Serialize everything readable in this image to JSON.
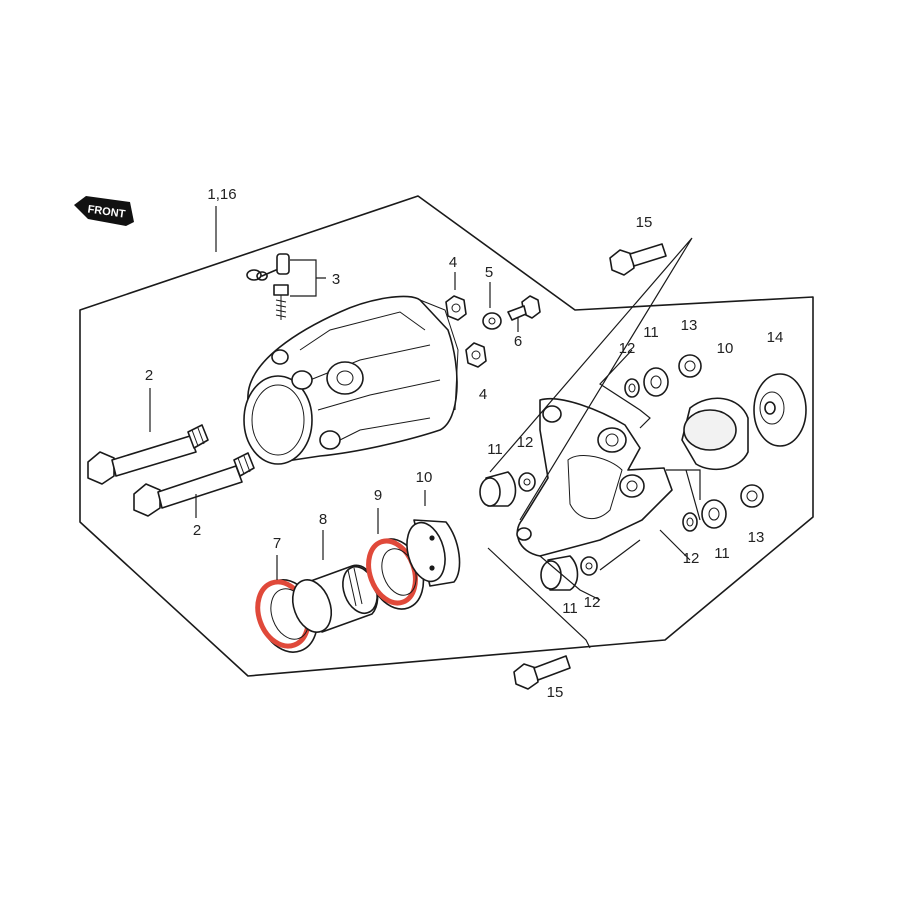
{
  "front_label": "FRONT",
  "assembly_label": "1,16",
  "callouts": {
    "n2a": "2",
    "n2b": "2",
    "n3": "3",
    "n4a": "4",
    "n4b": "4",
    "n5": "5",
    "n6": "6",
    "n7": "7",
    "n8": "8",
    "n9": "9",
    "n10a": "10",
    "n10b": "10",
    "n11a": "11",
    "n11b": "11",
    "n11c": "11",
    "n11d": "11",
    "n12a": "12",
    "n12b": "12",
    "n12c": "12",
    "n12d": "12",
    "n13a": "13",
    "n13b": "13",
    "n14": "14",
    "n15a": "15",
    "n15b": "15"
  },
  "highlight_color": "#e0493a"
}
